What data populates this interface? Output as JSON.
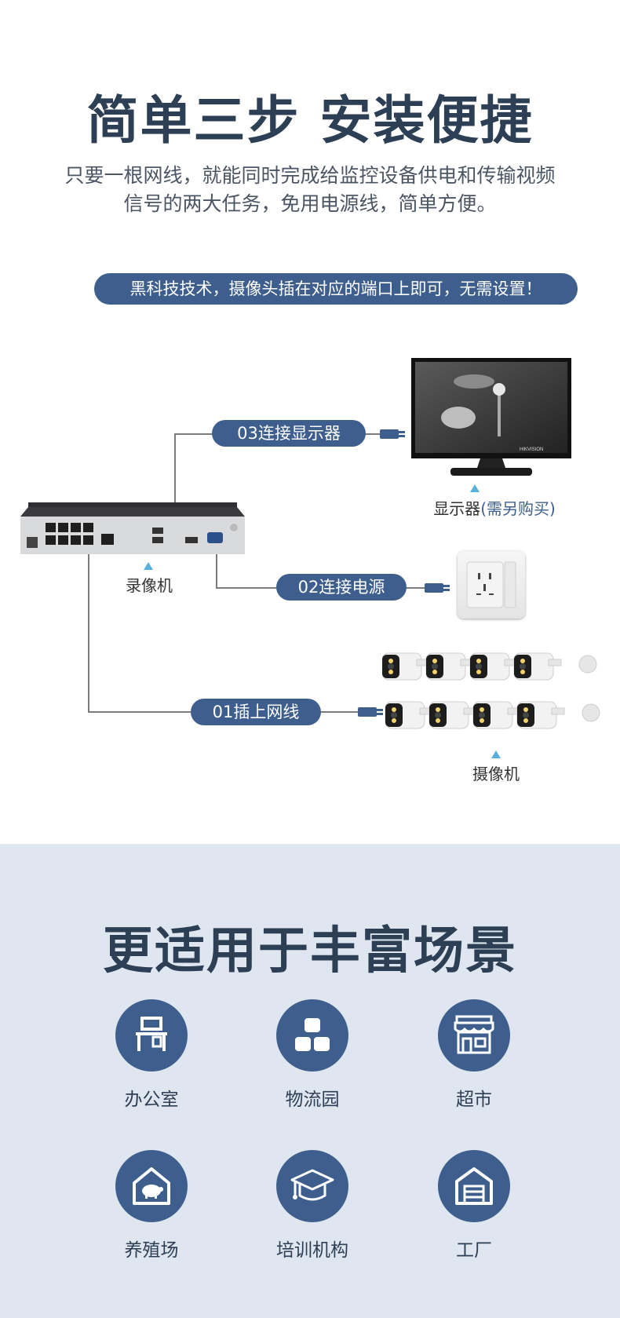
{
  "section1": {
    "title": "简单三步 安装便捷",
    "intro_line1": "只要一根网线，就能同时完成给监控设备供电和传输视频",
    "intro_line2": "信号的两大任务，免用电源线，简单方便。",
    "highlight": "黑科技技术，摄像头插在对应的端口上即可，无需设置！"
  },
  "diagram": {
    "step3": "03连接显示器",
    "step2": "02连接电源",
    "step1": "01插上网线",
    "recorder_label": "录像机",
    "monitor_label": "显示器",
    "monitor_note": "(需另购买)",
    "camera_label": "摄像机",
    "monitor_brand": "HIKVISION"
  },
  "section2": {
    "title": "更适用于丰富场景",
    "scenes": [
      {
        "label": "办公室",
        "icon": "office-desk-icon"
      },
      {
        "label": "物流园",
        "icon": "boxes-icon"
      },
      {
        "label": "超市",
        "icon": "store-icon"
      },
      {
        "label": "养殖场",
        "icon": "pig-barn-icon"
      },
      {
        "label": "培训机构",
        "icon": "graduation-cap-icon"
      },
      {
        "label": "工厂",
        "icon": "factory-icon"
      }
    ]
  },
  "colors": {
    "accent": "#3e5f8d",
    "title": "#2d3f55",
    "marker": "#5ab0dd",
    "bottom_bg": "#dfe6ef"
  }
}
